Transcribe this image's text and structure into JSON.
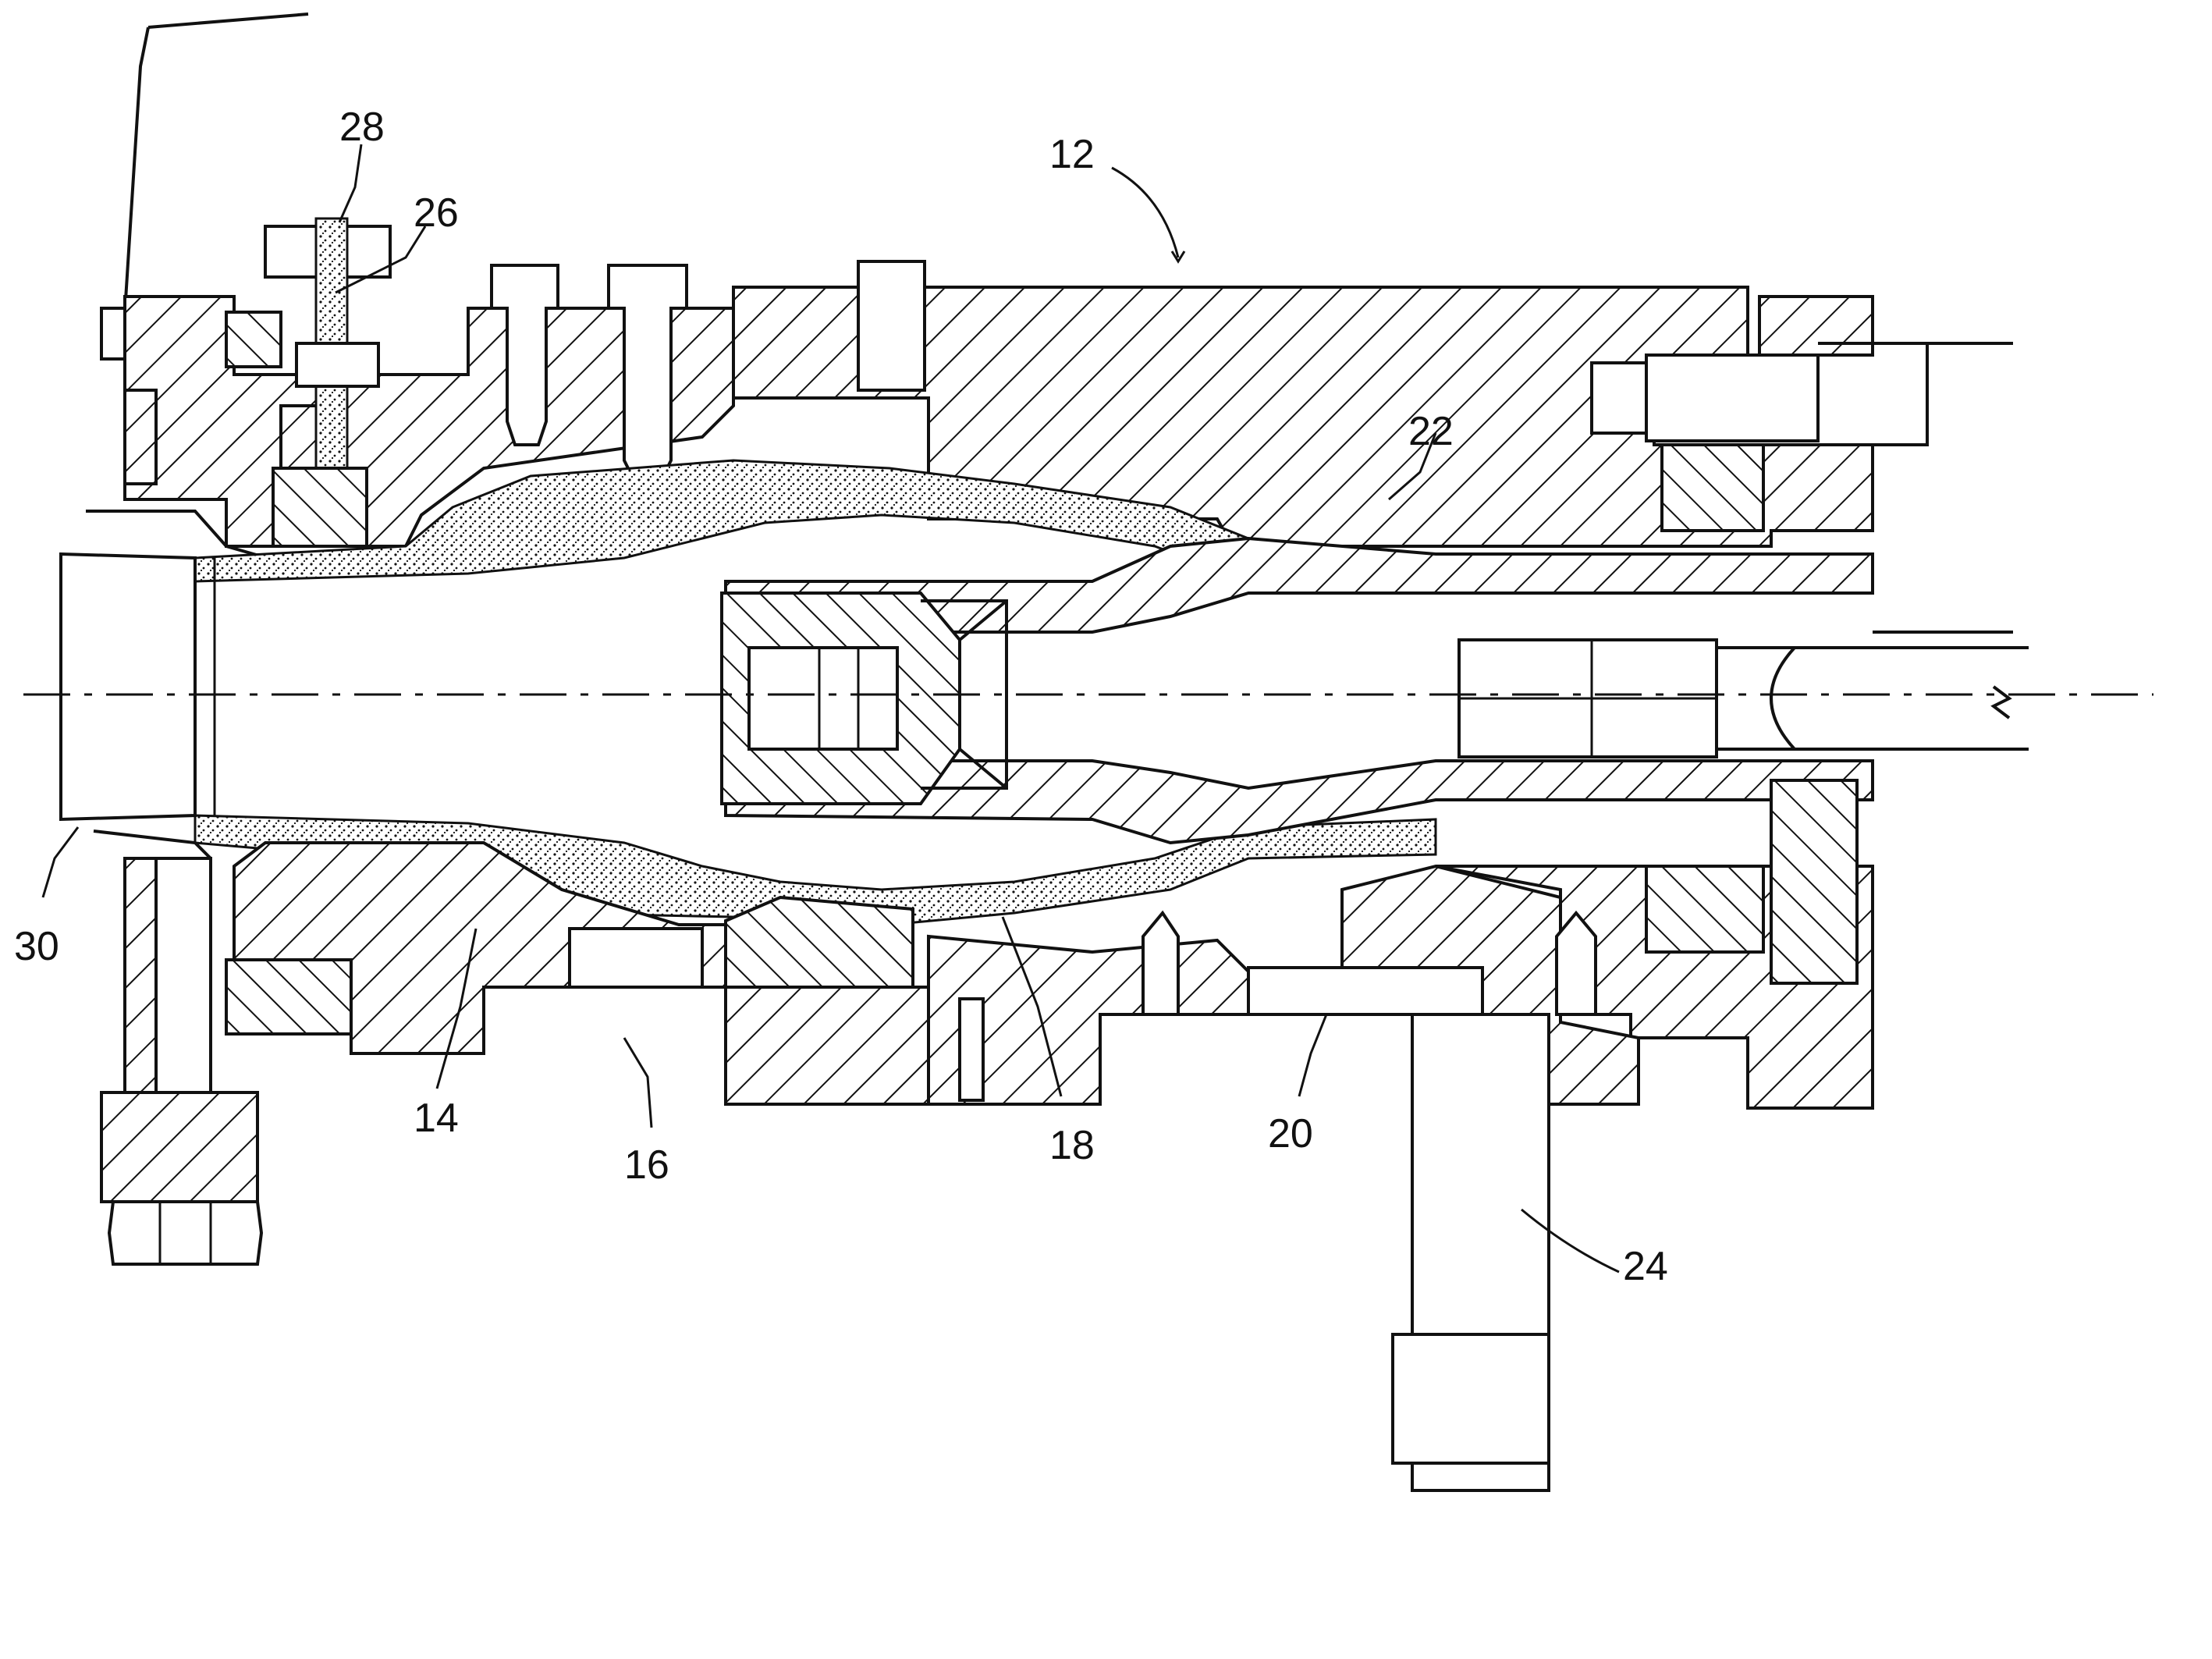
{
  "figure": {
    "reference_numerals": {
      "n12": "12",
      "n14": "14",
      "n16": "16",
      "n18": "18",
      "n20": "20",
      "n22": "22",
      "n24": "24",
      "n26": "26",
      "n28": "28",
      "n30": "30"
    }
  }
}
